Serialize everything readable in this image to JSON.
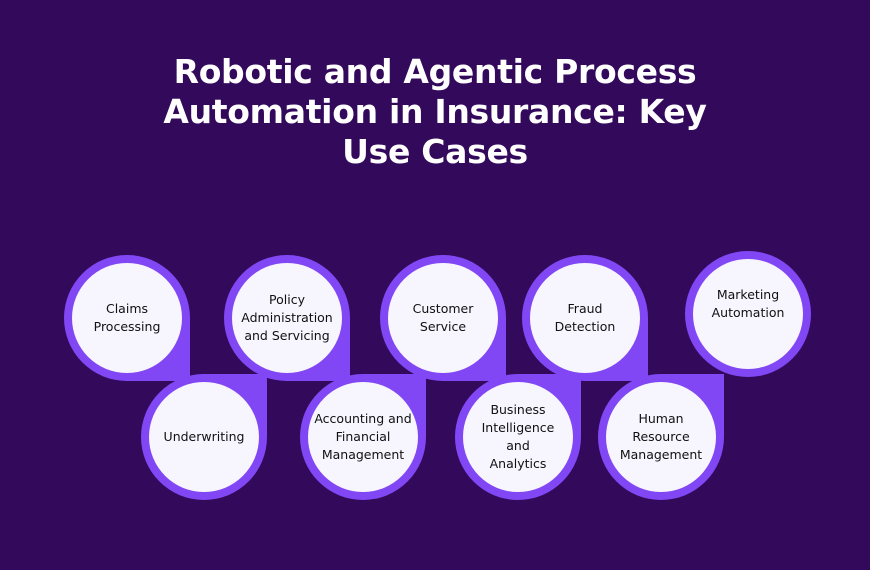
{
  "title": {
    "lines": [
      "Robotic and Agentic Process",
      "Automation in Insurance: Key",
      "Use Cases"
    ]
  },
  "colors": {
    "background": "#33095c",
    "ring": "#8247f5",
    "fill": "#f7f5fe",
    "text": "#111111",
    "title": "#ffffff"
  },
  "use_cases": {
    "top_row": [
      {
        "label": "Claims Processing"
      },
      {
        "label": "Policy Administration and Servicing"
      },
      {
        "label": "Customer Service"
      },
      {
        "label": "Fraud Detection"
      },
      {
        "label": "Marketing Automation"
      }
    ],
    "bottom_row": [
      {
        "label": "Underwriting"
      },
      {
        "label": "Accounting and Financial Management"
      },
      {
        "label": "Business Intelligence and Analytics"
      },
      {
        "label": "Human Resource Management"
      }
    ]
  }
}
